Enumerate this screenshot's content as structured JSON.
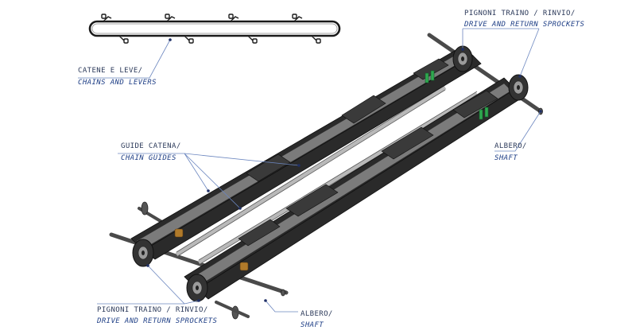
{
  "labels": {
    "chains_it": "CATENE E LEVE/",
    "chains_en": "CHAINS AND LEVERS",
    "guides_it": "GUIDE CATENA/",
    "guides_en": "CHAIN GUIDES",
    "sprockets_top_it": "PIGNONI TRAINO / RINVIO/",
    "sprockets_top_en": "DRIVE AND RETURN SPROCKETS",
    "shaft_right_it": "ALBERO/",
    "shaft_right_en": "SHAFT",
    "sprockets_bottom_it": "PIGNONI TRAINO / RINVIO/",
    "sprockets_bottom_en": "DRIVE AND RETURN SPROCKETS",
    "shaft_bottom_it": "ALBERO/",
    "shaft_bottom_en": "SHAFT"
  },
  "icons": {
    "chain_loop": "chain-loop-icon",
    "sprocket": "sprocket-icon",
    "shaft": "shaft-icon"
  },
  "colors": {
    "label_text": "#2c3a5a",
    "label_italic": "#1f3f86",
    "leader_line": "#6b86bf",
    "leader_dot": "#1f2f66",
    "frame_dark": "#2a2a2a",
    "green_part": "#2fa84f",
    "bronze_hub": "#b07a2a"
  }
}
